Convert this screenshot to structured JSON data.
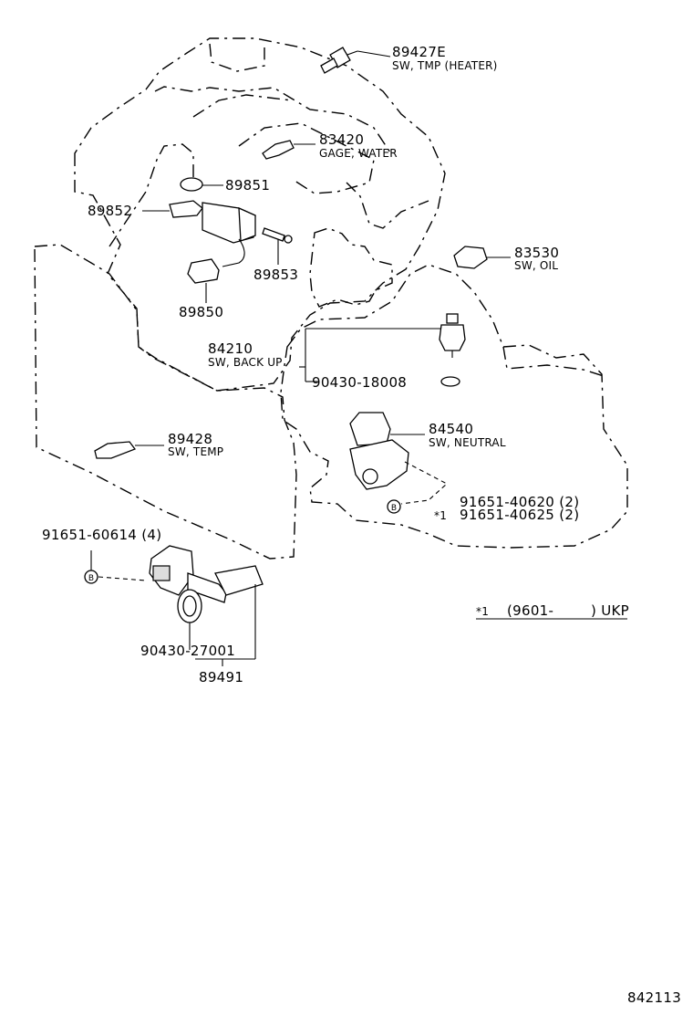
{
  "callouts": {
    "p89427e": {
      "part_no": "89427E",
      "desc": "SW, TMP (HEATER)"
    },
    "p83420": {
      "part_no": "83420",
      "desc": "GAGE, WATER"
    },
    "p89851": {
      "part_no": "89851"
    },
    "p89852": {
      "part_no": "89852"
    },
    "p89853": {
      "part_no": "89853"
    },
    "p89850": {
      "part_no": "89850"
    },
    "p83530": {
      "part_no": "83530",
      "desc": "SW, OIL"
    },
    "p84210": {
      "part_no": "84210",
      "desc": "SW, BACK UP"
    },
    "p90430_18008": {
      "part_no": "90430-18008"
    },
    "p84540": {
      "part_no": "84540",
      "desc": "SW, NEUTRAL"
    },
    "p91651_40620": {
      "part_no": "91651-40620 (2)"
    },
    "p91651_40625": {
      "part_no": "91651-40625 (2)",
      "marker": "*1"
    },
    "p89428": {
      "part_no": "89428",
      "desc": "SW, TEMP"
    },
    "p91651_60614": {
      "part_no": "91651-60614 (4)"
    },
    "p90430_27001": {
      "part_no": "90430-27001"
    },
    "p89491": {
      "part_no": "89491"
    }
  },
  "bolt_marker": "B",
  "footnote": {
    "marker": "*1",
    "text": "(9601-",
    "suffix": ") UKP"
  },
  "diagram_id": "842113"
}
